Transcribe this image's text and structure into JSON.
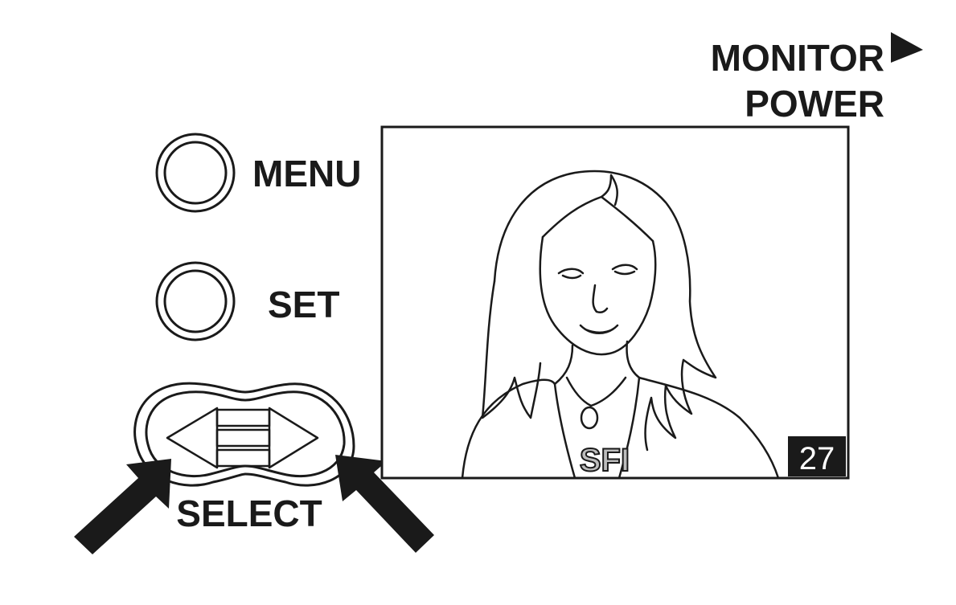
{
  "labels": {
    "monitor_power_line1": "MONITOR",
    "monitor_power_line2": "POWER",
    "menu": "MENU",
    "set": "SET",
    "select": "SELECT"
  },
  "screen": {
    "mode": "SFI",
    "frame_count": "27"
  },
  "icons": {
    "monitor_power": "triangle-right-icon",
    "menu_button": "circle-button-icon",
    "set_button": "circle-button-icon",
    "select_pad": "left-right-rocker-icon",
    "pointer_left": "arrow-up-right-icon",
    "pointer_right": "arrow-up-left-icon"
  },
  "colors": {
    "ink": "#1a1a1a",
    "screen_badge_bg": "#1a1a1a",
    "screen_badge_text": "#ffffff",
    "paper": "#ffffff"
  }
}
